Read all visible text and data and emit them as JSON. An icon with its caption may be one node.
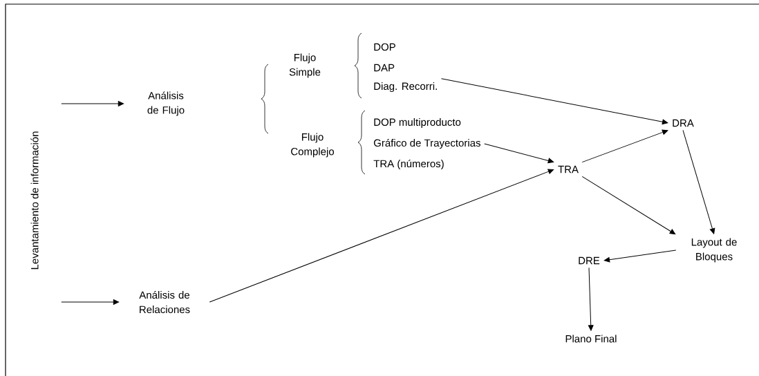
{
  "diagram": {
    "nodes": [
      {
        "text": [
          "Levantamiento de información"
        ]
      },
      {
        "text": [
          "Análisis de Flujo"
        ]
      },
      {
        "text": [
          "Flujo Simple"
        ]
      },
      {
        "text": [
          "DOP"
        ]
      },
      {
        "text": [
          "DAP"
        ]
      },
      {
        "text": [
          "Diag. Recorri."
        ]
      },
      {
        "text": [
          "Flujo Complejo"
        ]
      },
      {
        "text": [
          "DOP multiproducto"
        ]
      },
      {
        "text": [
          "Gráfico de Trayectorias"
        ]
      },
      {
        "text": [
          "TRA (números)"
        ]
      },
      {
        "text": [
          "Análisis de Relaciones"
        ]
      },
      {
        "text": [
          "DRA"
        ]
      },
      {
        "text": [
          "TRA"
        ]
      },
      {
        "text": [
          "Layout de Bloques"
        ]
      },
      {
        "text": [
          "DRE"
        ]
      },
      {
        "text": [
          "Plano Final"
        ]
      }
    ],
    "edges": [
      {
        "from": 0,
        "to": 1,
        "arrow": "to"
      },
      {
        "from": 0,
        "to": 10,
        "arrow": "to"
      },
      {
        "from": 5,
        "to": 11,
        "arrow": "to"
      },
      {
        "from": 8,
        "to": 12,
        "arrow": "to"
      },
      {
        "from": 10,
        "to": 12,
        "arrow": "to"
      },
      {
        "from": 12,
        "to": 11,
        "arrow": "to"
      },
      {
        "from": 12,
        "to": 13,
        "arrow": "to"
      },
      {
        "from": 11,
        "to": 13,
        "arrow": "to"
      },
      {
        "from": 13,
        "to": 14,
        "arrow": "to"
      },
      {
        "from": 14,
        "to": 15,
        "arrow": "to"
      }
    ]
  }
}
